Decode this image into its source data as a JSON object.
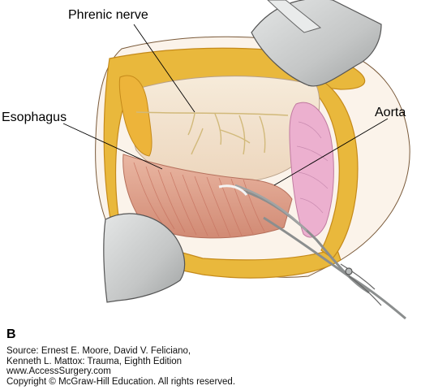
{
  "figure": {
    "panel_letter": "B",
    "labels": {
      "phrenic_nerve": "Phrenic nerve",
      "esophagus": "Esophagus",
      "aorta": "Aorta"
    },
    "source_lines": [
      "Source: Ernest E. Moore, David V. Feliciano,",
      "Kenneth L. Mattox: Trauma, Eighth Edition",
      "www.AccessSurgery.com",
      "Copyright © McGraw-Hill Education. All rights reserved."
    ]
  },
  "colors": {
    "fat": "#e9b83c",
    "fat_edge": "#c58a1a",
    "diaphragm": "#f3e4cf",
    "muscle": "#e3a390",
    "muscle_dark": "#c87562",
    "aorta": "#ecb0cf",
    "retractor": "#c9cbcb",
    "nerve": "#d9c48c"
  }
}
